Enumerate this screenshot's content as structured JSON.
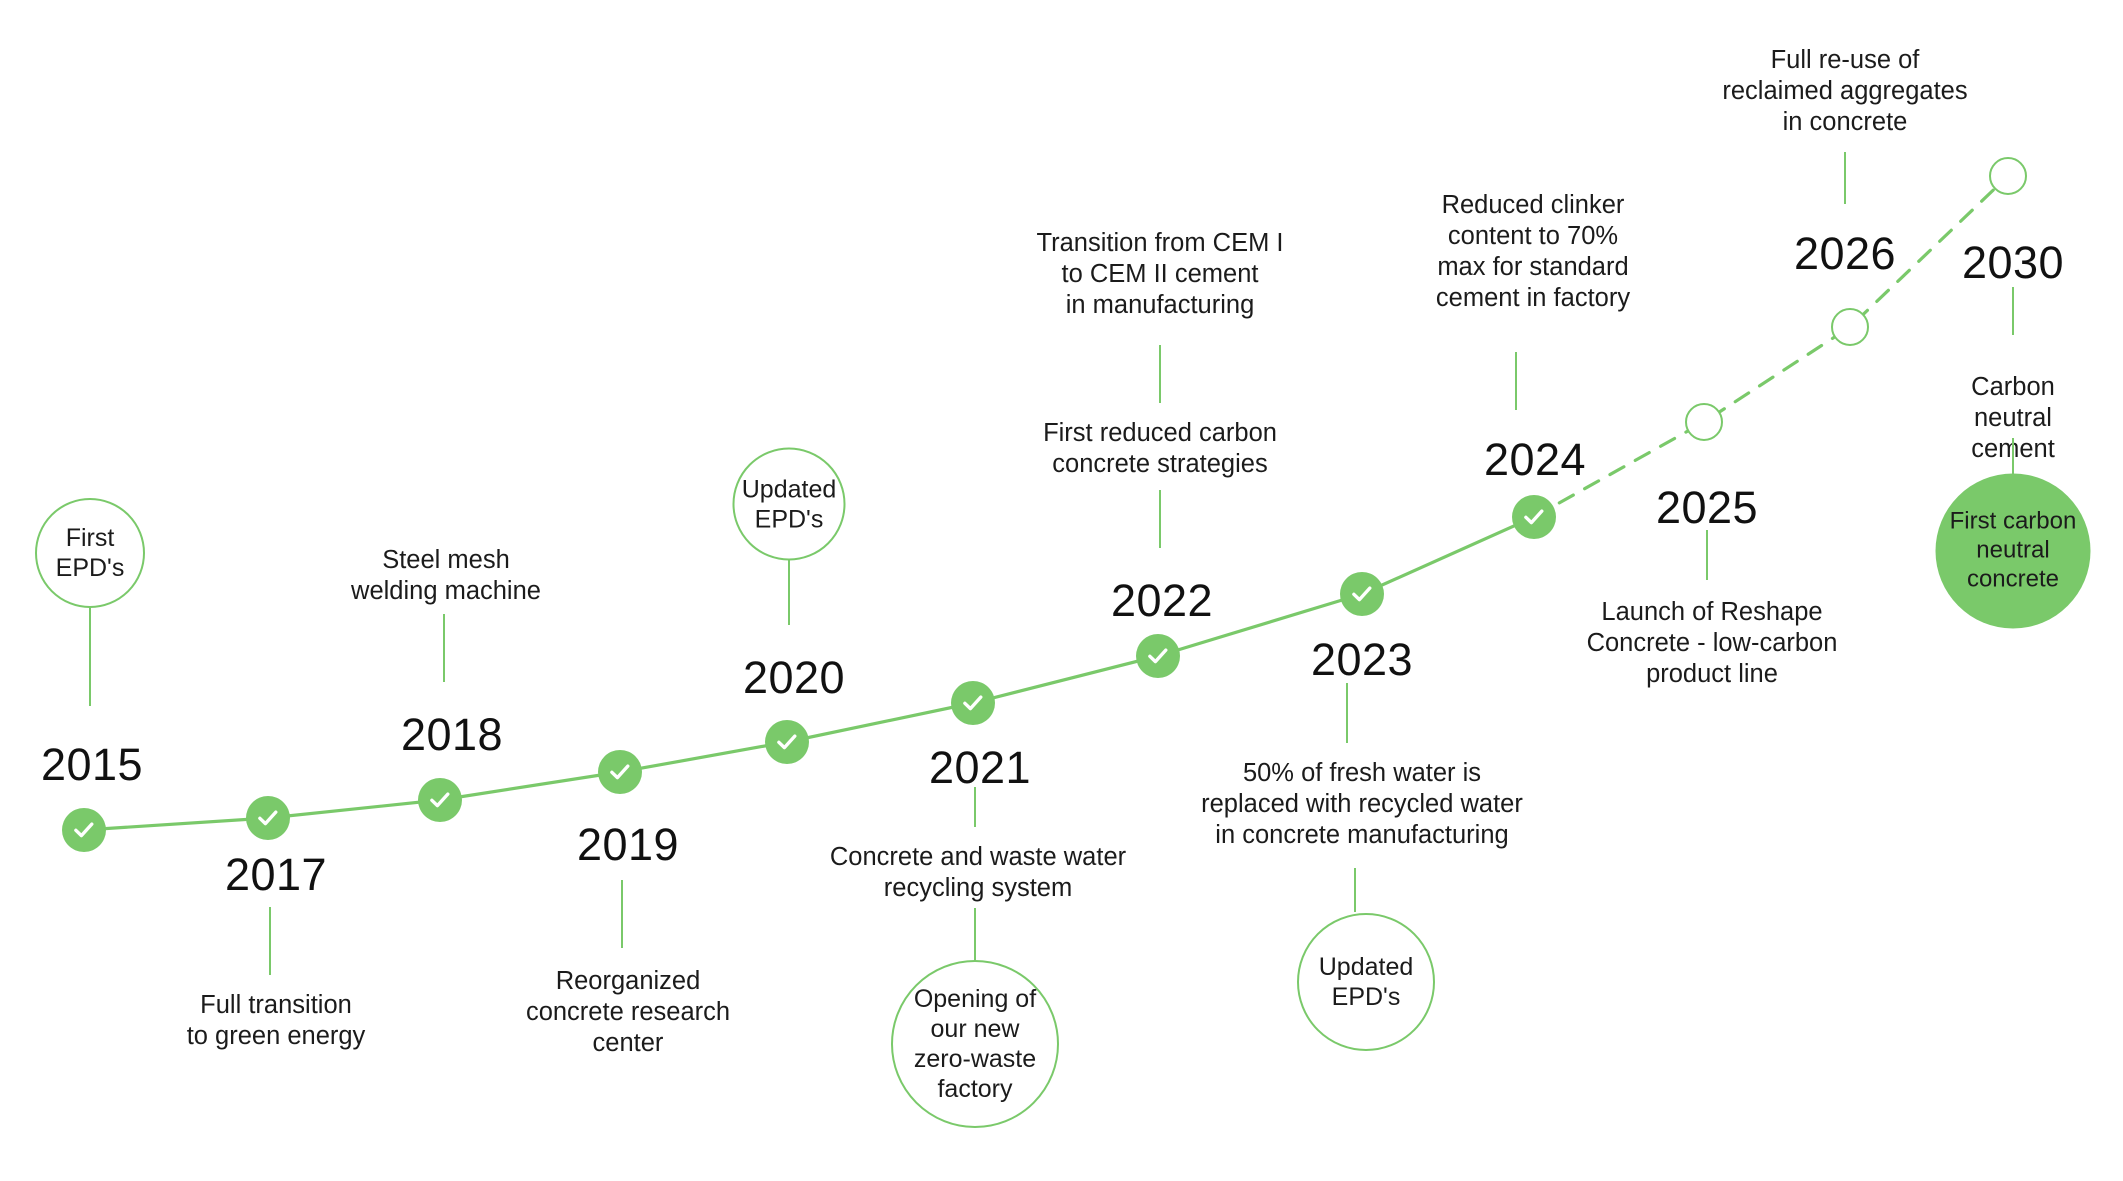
{
  "theme": {
    "accent": "#7ac96a",
    "text": "#1b1b1b",
    "year_text": "#111111",
    "background": "#ffffff"
  },
  "timeline": {
    "title": "Sustainability milestones timeline",
    "line": {
      "solid_label": "completed-progress-line",
      "dashed_label": "future-progress-line"
    },
    "milestones": [
      {
        "year": "2015",
        "status": "completed",
        "marker": "check-circle",
        "year_side": "above",
        "notes": [],
        "bubble": {
          "style": "outline",
          "text": "First\nEPD's"
        }
      },
      {
        "year": "2017",
        "status": "completed",
        "marker": "check-circle",
        "year_side": "below",
        "notes": [
          "Full transition\nto green energy"
        ],
        "bubble": null
      },
      {
        "year": "2018",
        "status": "completed",
        "marker": "check-circle",
        "year_side": "above",
        "notes": [
          "Steel mesh\nwelding machine"
        ],
        "bubble": null
      },
      {
        "year": "2019",
        "status": "completed",
        "marker": "check-circle",
        "year_side": "below",
        "notes": [
          "Reorganized\nconcrete research\ncenter"
        ],
        "bubble": null
      },
      {
        "year": "2020",
        "status": "completed",
        "marker": "check-circle",
        "year_side": "above",
        "notes": [],
        "bubble": {
          "style": "outline",
          "text": "Updated\nEPD's"
        }
      },
      {
        "year": "2021",
        "status": "completed",
        "marker": "check-circle",
        "year_side": "below",
        "notes": [
          "Concrete and waste water\nrecycling system"
        ],
        "bubble": {
          "style": "outline",
          "text": "Opening of\nour new\nzero-waste\nfactory"
        }
      },
      {
        "year": "2022",
        "status": "completed",
        "marker": "check-circle",
        "year_side": "above",
        "notes": [
          "Transition from CEM I\nto CEM II cement\nin manufacturing",
          "First reduced  carbon\nconcrete strategies"
        ],
        "bubble": null
      },
      {
        "year": "2023",
        "status": "completed",
        "marker": "check-circle",
        "year_side": "below",
        "notes": [
          "50% of fresh water is\nreplaced with recycled water\nin concrete manufacturing"
        ],
        "bubble": {
          "style": "outline",
          "text": "Updated\nEPD's"
        }
      },
      {
        "year": "2024",
        "status": "completed",
        "marker": "check-circle",
        "year_side": "above",
        "notes": [
          "Reduced clinker\ncontent to 70%\nmax for standard\ncement in factory"
        ],
        "bubble": null
      },
      {
        "year": "2025",
        "status": "planned",
        "marker": "hollow-circle",
        "year_side": "below",
        "notes": [
          "Launch of Reshape\nConcrete - low-carbon\nproduct line"
        ],
        "bubble": null
      },
      {
        "year": "2026",
        "status": "planned",
        "marker": "hollow-circle",
        "year_side": "above",
        "notes": [
          "Full re-use of\nreclaimed aggregates\nin concrete"
        ],
        "bubble": null
      },
      {
        "year": "2030",
        "status": "planned",
        "marker": "hollow-circle",
        "year_side": "below",
        "notes": [
          "Carbon neutral\ncement"
        ],
        "bubble": {
          "style": "filled",
          "text": "First carbon\nneutral\nconcrete"
        }
      }
    ]
  }
}
